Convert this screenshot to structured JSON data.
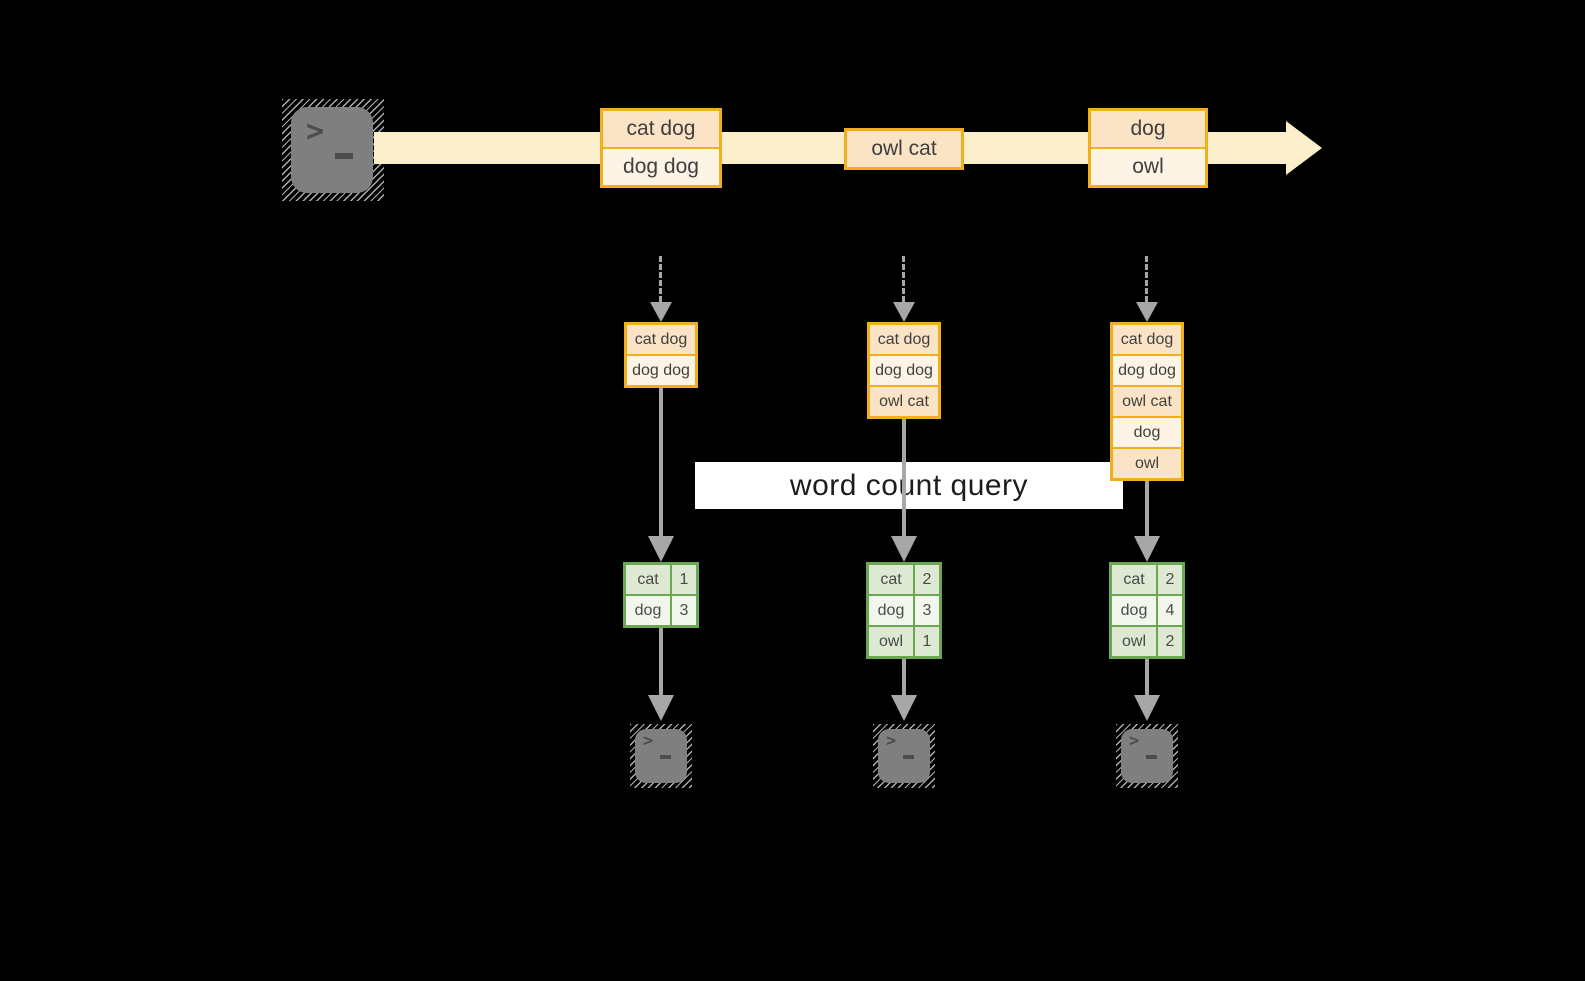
{
  "diagram": {
    "query_label": "word count query",
    "stream_events": [
      {
        "rows": [
          "cat dog",
          "dog dog"
        ]
      },
      {
        "rows": [
          "owl cat"
        ]
      },
      {
        "rows": [
          "dog",
          "owl"
        ]
      }
    ],
    "windows": [
      {
        "buffer_rows": [
          "cat dog",
          "dog dog"
        ],
        "counts": [
          {
            "word": "cat",
            "count": "1"
          },
          {
            "word": "dog",
            "count": "3"
          }
        ]
      },
      {
        "buffer_rows": [
          "cat dog",
          "dog dog",
          "owl cat"
        ],
        "counts": [
          {
            "word": "cat",
            "count": "2"
          },
          {
            "word": "dog",
            "count": "3"
          },
          {
            "word": "owl",
            "count": "1"
          }
        ]
      },
      {
        "buffer_rows": [
          "cat dog",
          "dog dog",
          "owl cat",
          "dog",
          "owl"
        ],
        "counts": [
          {
            "word": "cat",
            "count": "2"
          },
          {
            "word": "dog",
            "count": "4"
          },
          {
            "word": "owl",
            "count": "2"
          }
        ]
      }
    ],
    "icons": {
      "source": "terminal-icon",
      "sink": "terminal-icon"
    },
    "colors": {
      "background": "#000000",
      "stream_band": "#fcf0cc",
      "gold_border": "#f0af1d",
      "cell_peach": "#fbe3c6",
      "cell_cream": "#fdf4e5",
      "green_border": "#6ba750",
      "green_row_dark": "#dde9d3",
      "green_row_light": "#f2f7ee",
      "arrow_gray": "#a7a7a7",
      "icon_gray": "#7f7f7f",
      "text_dark": "#3f3f3f",
      "query_band": "#ffffff"
    }
  }
}
